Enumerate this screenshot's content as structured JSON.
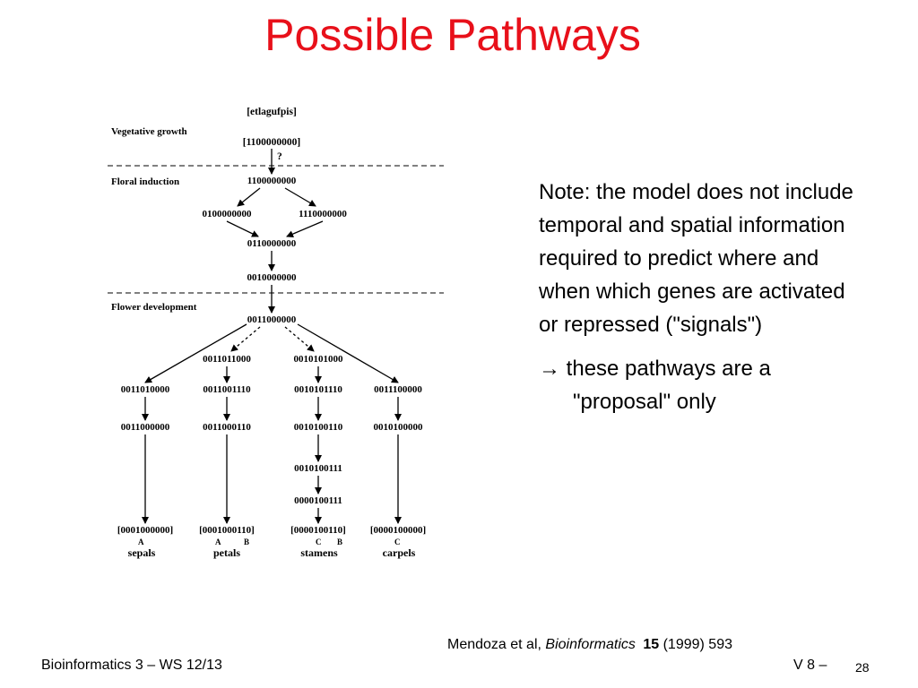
{
  "slide": {
    "title": "Possible Pathways",
    "note": {
      "paragraph": "Note: the model does not include temporal and spatial information required to predict where and when which genes are activated or repressed (\"signals\")",
      "arrow_symbol": "→",
      "bullet_line1": "these pathways are a",
      "bullet_line2": "\"proposal\" only"
    },
    "citation": {
      "authors": "Mendoza et al,",
      "journal": "Bioinformatics",
      "volume": "15",
      "rest": "(1999) 593"
    },
    "footer": {
      "left": "Bioinformatics 3 – WS 12/13",
      "right": "V 8 –",
      "page": "28"
    }
  },
  "diagram": {
    "gene_order": "[etlagufpis]",
    "question_mark": "?",
    "phases": {
      "vegetative": "Vegetative growth",
      "floral": "Floral induction",
      "flower": "Flower development"
    },
    "states": {
      "s_initial": "[1100000000]",
      "s_induction": "1100000000",
      "s_left": "0100000000",
      "s_right": "1110000000",
      "s_merge1": "0110000000",
      "s_merge2": "0010000000",
      "s_flower": "0011000000",
      "s_b1": "0011011000",
      "s_c1": "0010101000",
      "s_a2": "0011010000",
      "s_b2": "0011001110",
      "s_c2": "0010101110",
      "s_d2": "0011100000",
      "s_a3": "0011000000",
      "s_b3": "0011000110",
      "s_c3": "0010100110",
      "s_d3": "0010100000",
      "s_c4": "0010100111",
      "s_c5": "0000100111",
      "s_a_end": "[0001000000]",
      "s_b_end": "[0001000110]",
      "s_c_end": "[0000100110]",
      "s_d_end": "[0000100000]"
    },
    "genes": {
      "a_sepals": "A",
      "b_petals_1": "A",
      "b_petals_2": "B",
      "c_stamens_1": "C",
      "c_stamens_2": "B",
      "d_carpels": "C"
    },
    "organs": {
      "sepals": "sepals",
      "petals": "petals",
      "stamens": "stamens",
      "carpels": "carpels"
    }
  }
}
